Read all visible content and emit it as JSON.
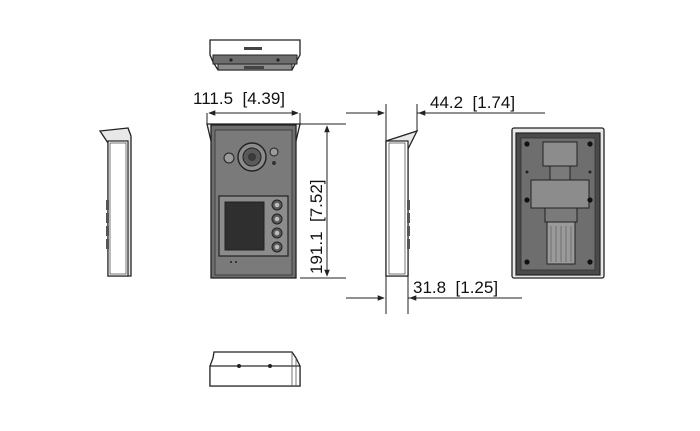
{
  "dimensions": {
    "width": "111.5  [4.39]",
    "height": "191.1  [7.52]",
    "depth_top": "44.2  [1.74]",
    "depth_bottom": "31.8  [1.25]"
  },
  "colors": {
    "outline": "#222222",
    "body": "#6e6e6e",
    "body_dark": "#4a4a4a",
    "face": "#8c8c8c",
    "rain_hood": "#e8e8e8",
    "screen": "#2f2f2f",
    "button": "#5a5a5a"
  },
  "views": [
    "top-view",
    "front-view",
    "side-view-left",
    "side-view-right",
    "rear-view",
    "bottom-view"
  ]
}
